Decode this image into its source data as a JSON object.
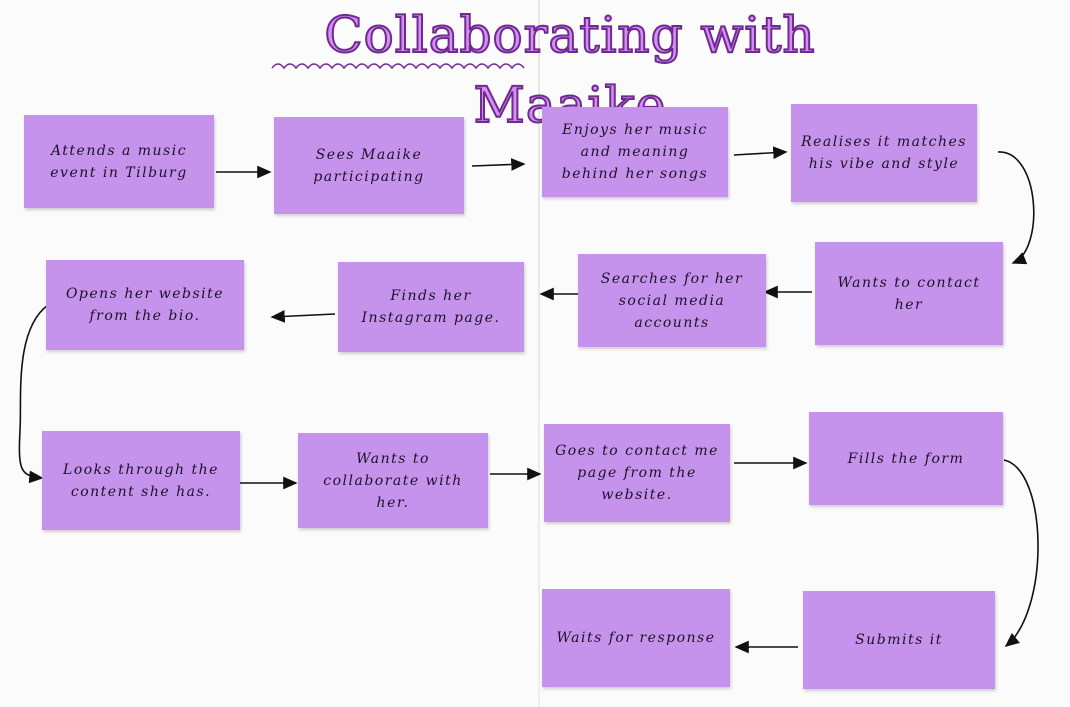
{
  "title": "Collaborating with Maaike",
  "colors": {
    "note": "#c592ec",
    "title_fill": "#d78ef4",
    "title_outline": "#6e2b8f",
    "ink": "#1d1227"
  },
  "notes": [
    "Attends a music event in Tilburg",
    "Sees Maaike participating",
    "Enjoys her music and meaning behind her songs",
    "Realises it matches his vibe and style",
    "Wants to contact her",
    "Searches for her social media accounts",
    "Finds her Instagram page.",
    "Opens her website from the bio.",
    "Looks through the content she has.",
    "Wants to collaborate with her.",
    "Goes to contact me page from the website.",
    "Fills the form",
    "Submits it",
    "Waits for response"
  ]
}
